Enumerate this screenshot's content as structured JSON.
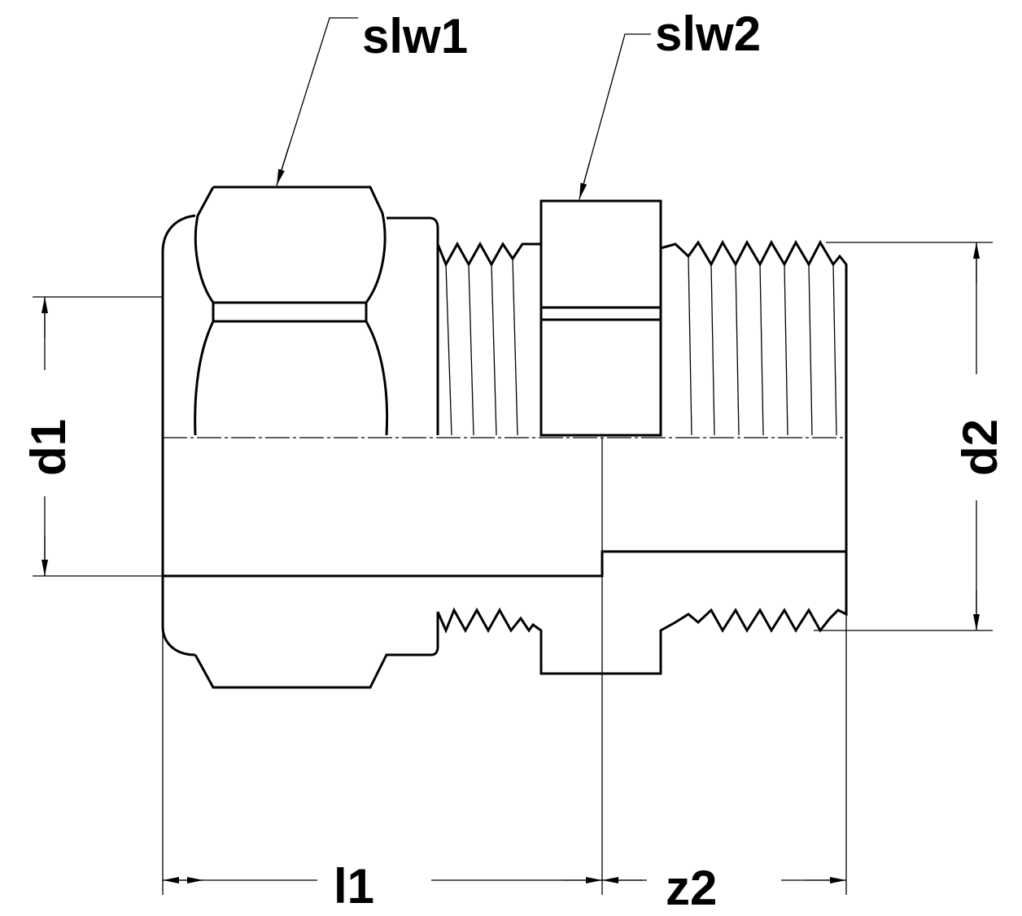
{
  "labels": {
    "slw1": "slw1",
    "slw2": "slw2",
    "d1": "d1",
    "d2": "d2",
    "l1": "l1",
    "z2": "z2"
  }
}
